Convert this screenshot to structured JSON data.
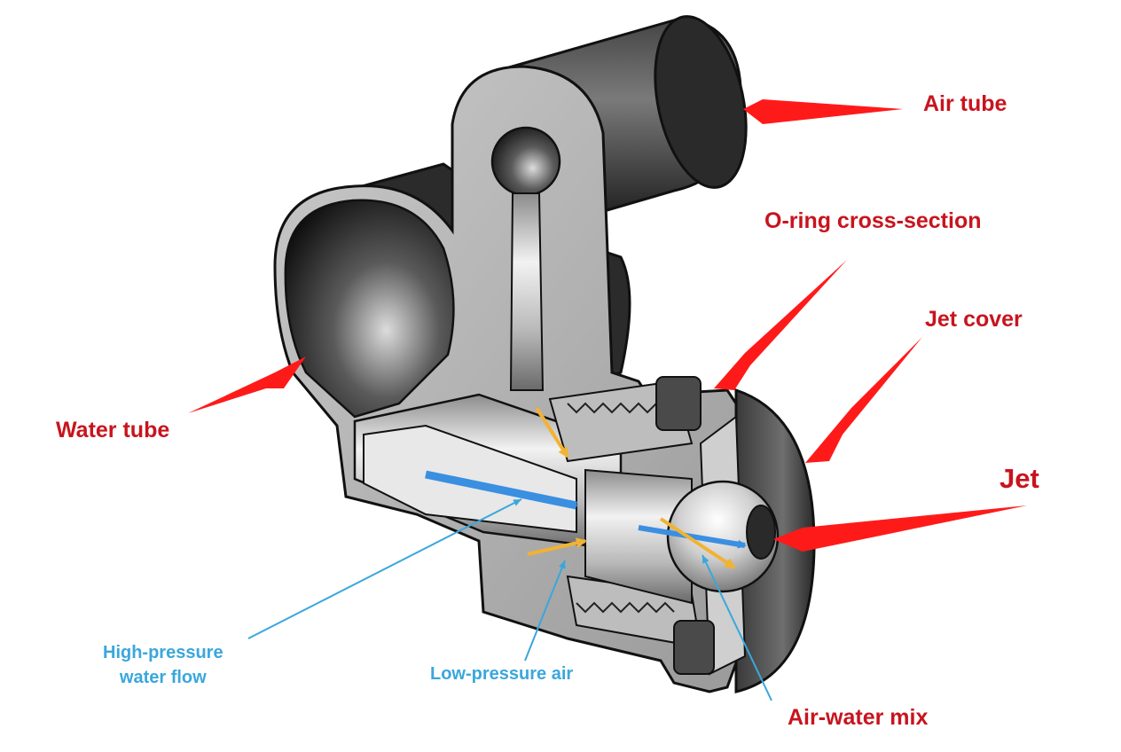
{
  "labels": {
    "air_tube": "Air tube",
    "o_ring": "O-ring cross-section",
    "jet_cover": "Jet cover",
    "jet": "Jet",
    "water_tube": "Water tube",
    "air_water_mix": "Air-water mix",
    "high_pressure_line1": "High-pressure",
    "high_pressure_line2": "water flow",
    "low_pressure_air": "Low-pressure air"
  },
  "colors": {
    "callout_red": "#c8141e",
    "arrow_red": "#ff1a1a",
    "flow_blue": "#3a8fe0",
    "air_orange": "#f2b233",
    "leader_blue": "#3aa7dc"
  }
}
